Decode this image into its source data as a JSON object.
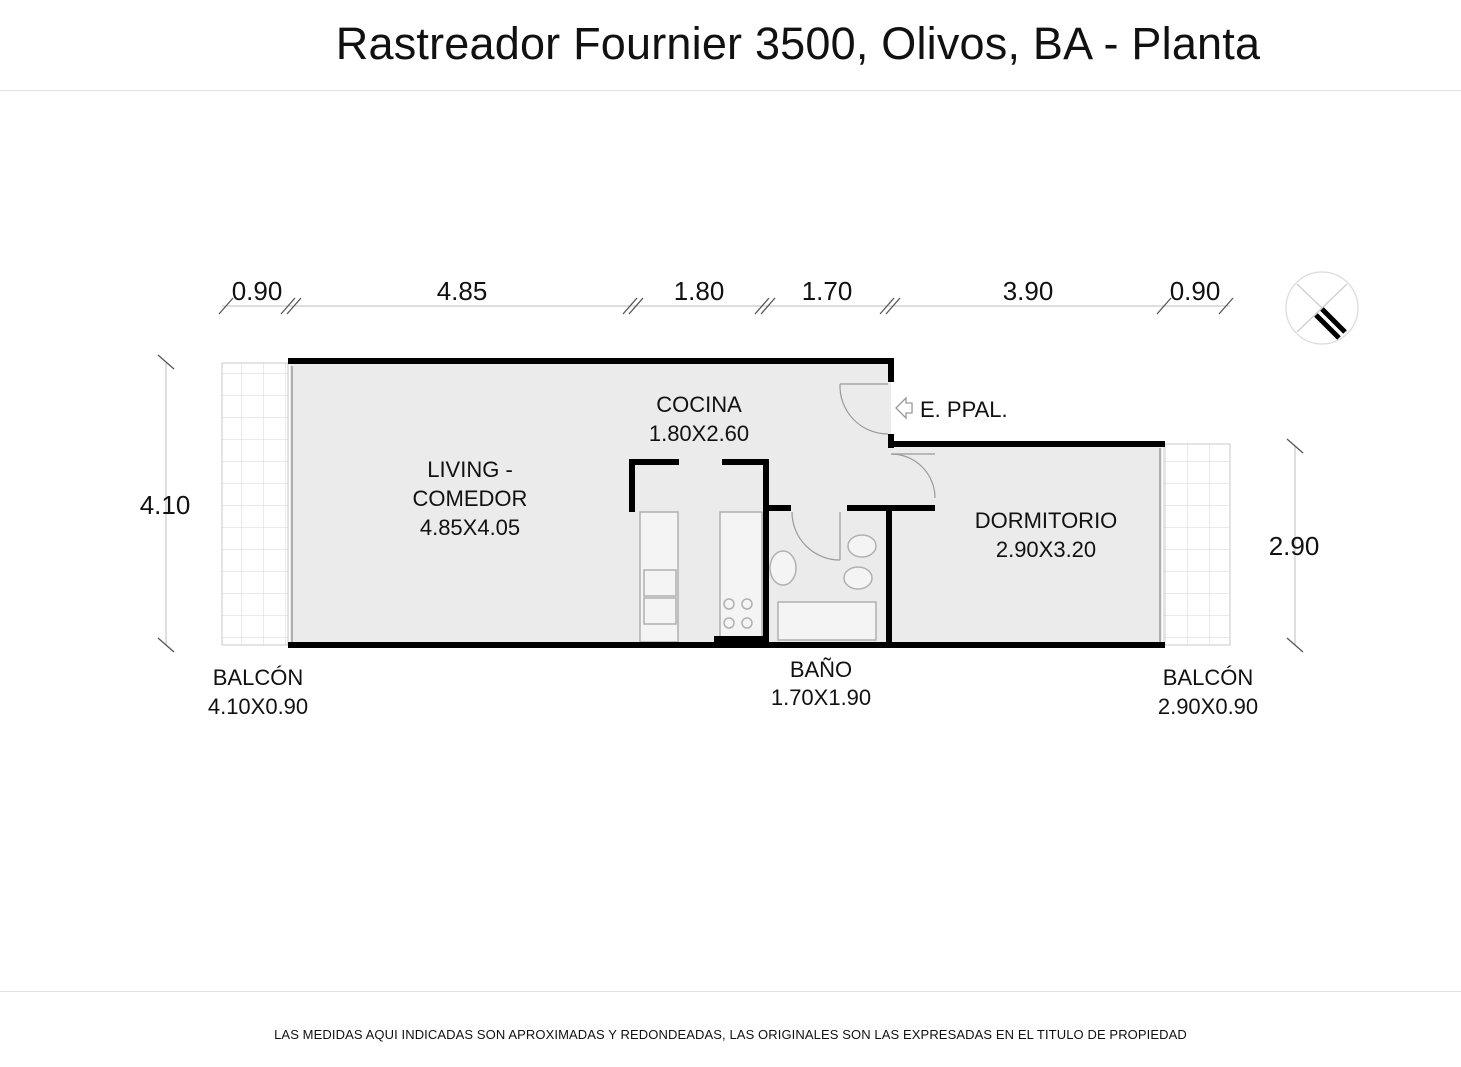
{
  "header": {
    "title": "Rastreador Fournier 3500, Olivos, BA - Planta"
  },
  "dimensions": {
    "top": [
      "0.90",
      "4.85",
      "1.80",
      "1.70",
      "3.90",
      "0.90"
    ],
    "left": "4.10",
    "right": "2.90"
  },
  "rooms": {
    "cocina": {
      "name": "COCINA",
      "size": "1.80X2.60"
    },
    "living": {
      "name_line1": "LIVING -",
      "name_line2": "COMEDOR",
      "size": "4.85X4.05"
    },
    "dormitorio": {
      "name": "DORMITORIO",
      "size": "2.90X3.20"
    },
    "bano": {
      "name": "BAÑO",
      "size": "1.70X1.90"
    },
    "balcon_left": {
      "name": "BALCÓN",
      "size": "4.10X0.90"
    },
    "balcon_right": {
      "name": "BALCÓN",
      "size": "2.90X0.90"
    }
  },
  "entrance": {
    "label": "E. PPAL."
  },
  "footer": {
    "disclaimer": "LAS MEDIDAS AQUI INDICADAS SON APROXIMADAS Y REDONDEADAS, LAS ORIGINALES SON LAS EXPRESADAS EN EL TITULO DE PROPIEDAD"
  },
  "colors": {
    "wall": "#000000",
    "floor": "#ebebeb",
    "fixture": "#b0b0b0"
  },
  "icons": {
    "compass": "north-arrow-icon"
  }
}
